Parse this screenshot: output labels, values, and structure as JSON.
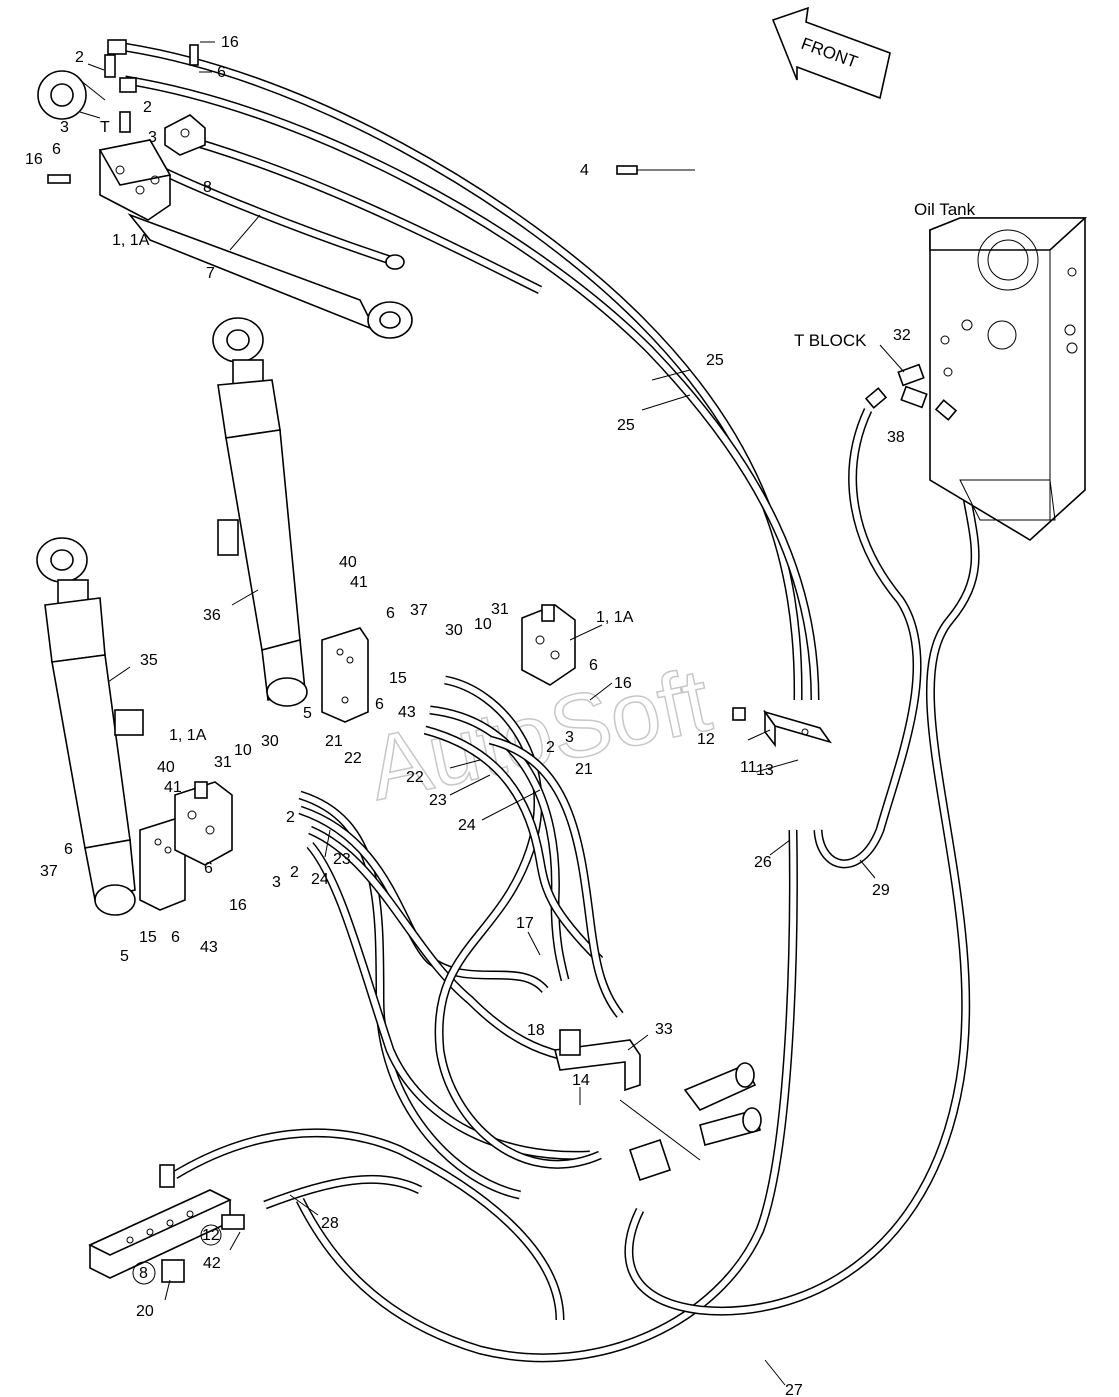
{
  "direction_arrow": {
    "label": "FRONT"
  },
  "tank": {
    "label": "Oil Tank"
  },
  "t_block": {
    "label": "T  BLOCK"
  },
  "watermark": {
    "text": "AutoSoft"
  },
  "callouts": {
    "c16a": "16",
    "c6a": "6",
    "c2a": "2",
    "c2b": "2",
    "c3a": "3",
    "c3b": "3",
    "cTa": "T",
    "c16b": "16",
    "c6b": "6",
    "c8a": "8",
    "c11a": "1, 1A",
    "c7": "7",
    "c4": "4",
    "c25a": "25",
    "c25b": "25",
    "c32": "32",
    "c38": "38",
    "c40a": "40",
    "c41a": "41",
    "c6c": "6",
    "c37a": "37",
    "c36": "36",
    "c31a": "31",
    "c30a": "30",
    "c10a": "10",
    "c11b": "1, 1A",
    "c6d": "6",
    "c16c": "16",
    "c15a": "15",
    "c5a": "5",
    "c6e": "6",
    "c43a": "43",
    "c2c": "2",
    "c3c": "3",
    "c35": "35",
    "c21a": "21",
    "c22a": "22",
    "c22b": "22",
    "c23a": "23",
    "c21b": "21",
    "c24a": "24",
    "c11c": "1, 1A",
    "c10b": "10",
    "c30b": "30",
    "c31b": "31",
    "c40b": "40",
    "c41b": "41",
    "c2d": "2",
    "c3d": "3",
    "c2e": "2",
    "c23b": "23",
    "c24b": "24",
    "c6f": "6",
    "c37b": "37",
    "c6g": "6",
    "c16d": "16",
    "c5b": "5",
    "c15b": "15",
    "c6h": "6",
    "c43b": "43",
    "c12a": "12",
    "c11d": "11",
    "c13": "13",
    "c26": "26",
    "c29": "29",
    "c17": "17",
    "c18": "18",
    "c33": "33",
    "c14": "14",
    "c28": "28",
    "c12b": "12",
    "c42": "42",
    "c8b": "8",
    "c20": "20",
    "c27": "27"
  }
}
